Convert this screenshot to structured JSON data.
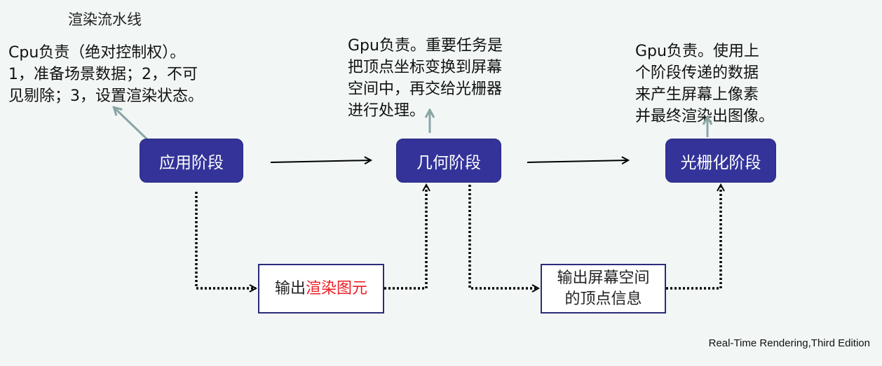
{
  "title": "渲染流水线",
  "notes": {
    "application": "Cpu负责（绝对控制权）。\n1，准备场景数据；2，不可\n见剔除；3，设置渲染状态。",
    "geometry": "Gpu负责。重要任务是\n把顶点坐标变换到屏幕\n空间中，再交给光栅器\n进行处理。",
    "rasterization": "Gpu负责。使用上\n个阶段传递的数据\n来产生屏幕上像素\n并最终渲染出图像。"
  },
  "stages": [
    {
      "label": "应用阶段"
    },
    {
      "label": "几何阶段"
    },
    {
      "label": "光栅化阶段"
    }
  ],
  "outputs": [
    {
      "prefix": "输出",
      "highlight": "渲染图元"
    },
    {
      "line1": "输出屏幕空间",
      "line2": "的顶点信息"
    }
  ],
  "credit": "Real-Time Rendering,Third Edition",
  "colors": {
    "stage_fill": "#333399",
    "callout_arrow": "#8aa5a5",
    "highlight_text": "#ee1c24",
    "background": "#f2f7f6"
  }
}
